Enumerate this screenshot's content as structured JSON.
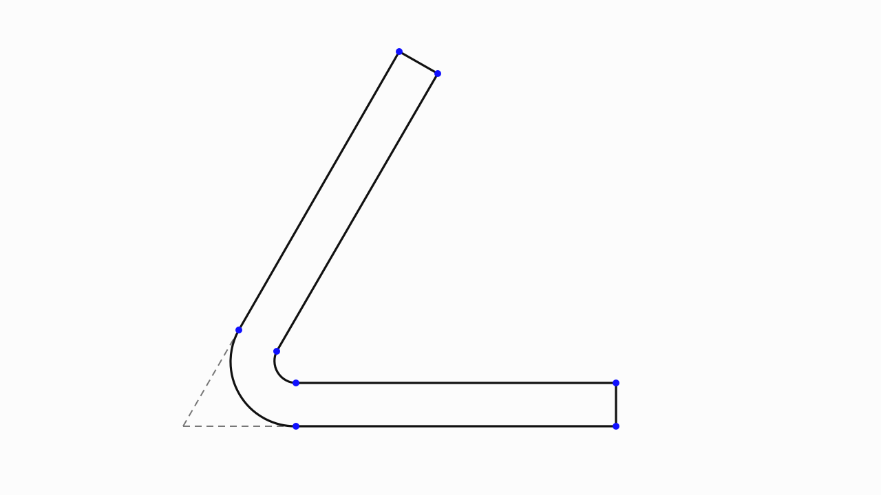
{
  "diagram": {
    "kind": "bent-sheet-profile",
    "colors": {
      "background": "#fcfcfc",
      "outline": "#111111",
      "construction_line": "#777777",
      "vertex": "#1010ff"
    },
    "vertices": [
      "flange-a-outer-end",
      "flange-a-inner-end",
      "bend-outer-start",
      "bend-inner-start",
      "bend-inner-end",
      "flange-b-inner-end",
      "bend-outer-end",
      "flange-b-outer-end"
    ]
  }
}
